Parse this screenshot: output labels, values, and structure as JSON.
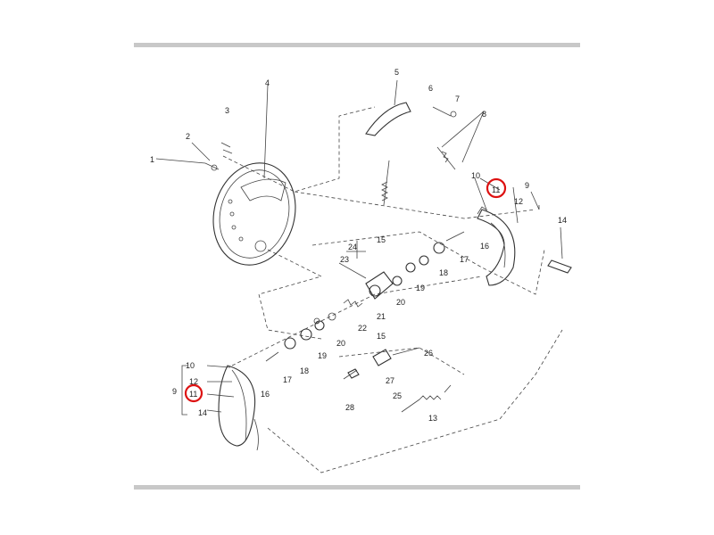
{
  "highlight_color": "#dd1111",
  "labels": {
    "l1": "1",
    "l2": "2",
    "l3": "3",
    "l4": "4",
    "l5": "5",
    "l6": "6",
    "l7": "7",
    "l8": "8",
    "l9_right": "9",
    "l10_right": "10",
    "l11_right": "11",
    "l12_right": "12",
    "l13": "13",
    "l14_right": "14",
    "l15_a": "15",
    "l15_b": "15",
    "l16_right": "16",
    "l17_right": "17",
    "l18_right": "18",
    "l19_right": "19",
    "l20_right": "20",
    "l21": "21",
    "l22": "22",
    "l23": "23",
    "l24": "24",
    "l25": "25",
    "l26": "26",
    "l27": "27",
    "l28": "28",
    "l9_left": "9",
    "l10_left": "10",
    "l11_left": "11",
    "l12_left": "12",
    "l14_left": "14",
    "l16_left": "16",
    "l17_left": "17",
    "l18_left": "18",
    "l19_left": "19",
    "l20_left": "20"
  }
}
